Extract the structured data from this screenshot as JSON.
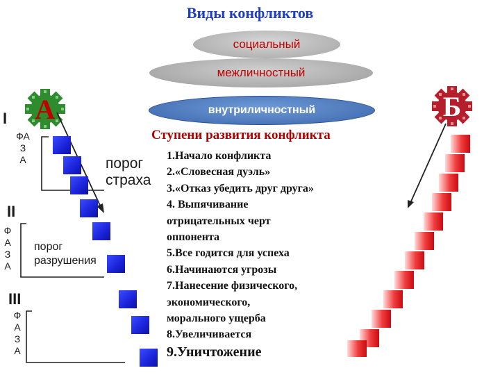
{
  "title": "Виды конфликтов",
  "conflict_types": [
    "социальный",
    "межличностный",
    "внутриличностный"
  ],
  "steps_title": "Ступени развития конфликта",
  "steps": [
    "1.Начало конфликта",
    "2.«Словесная дуэль»",
    "3.«Отказ убедить друг друга»",
    "4. Выпячивание",
    "отрицательных черт",
    "оппонента",
    "5.Все годится для успеха",
    "6.Начинаются угрозы",
    "7.Нанесение физического,",
    "экономического,",
    "морального ущерба",
    "8.Увеличивается",
    "9.Уничтожение"
  ],
  "party_a": "А",
  "party_b": "Б",
  "threshold_fear": [
    "порог",
    "страха"
  ],
  "threshold_ruin": [
    "порог",
    "разрушения"
  ],
  "phases": [
    {
      "num": "I",
      "word": [
        "ФА",
        "З",
        "А"
      ]
    },
    {
      "num": "II",
      "word": [
        "Ф",
        "А",
        "З",
        "А"
      ]
    },
    {
      "num": "III",
      "word": [
        "Ф",
        "А",
        "З",
        "А"
      ]
    }
  ],
  "colors": {
    "title": "#1f3ec2",
    "ellipse_text": "#c00000",
    "inner_ellipse": "#4a78c0",
    "stairs_a": "#1a22d8",
    "stairs_b": "#e0121a",
    "badge_a": "#2e8b2e",
    "badge_b": "#b51f2b"
  },
  "icons": [
    "badge-a-icon",
    "badge-b-icon",
    "arrow-icon"
  ]
}
